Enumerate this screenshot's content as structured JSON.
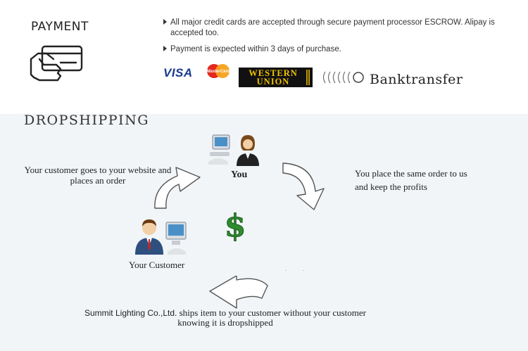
{
  "payment": {
    "title": "PAYMENT",
    "bullet_1_line_1": "All major credit cards are accepted through secure payment processor ESCROW.  Alipay is",
    "bullet_1_line_2": "accepted too.",
    "bullet_2": "Payment is expected within 3 days of purchase.",
    "logos": {
      "visa": "VISA",
      "mastercard": "MasterCard",
      "western_union_top": "WESTERN",
      "western_union_bottom": "UNION",
      "bank_transfer": "Banktransfer"
    },
    "icons": [
      "card-hand-icon",
      "signal-waves-icon"
    ]
  },
  "dropshipping": {
    "title": "DROPSHIPPING",
    "you_label": "You",
    "customer_goes": "Your customer goes to your website and places an order",
    "you_place_line_1": "You place the same order to us",
    "you_place_line_2": "and keep the profits",
    "your_customer": "Your Customer",
    "summit_company": "Summit Lighting Co.,Ltd.",
    "summit_rest": "ships item to your customer without your customer knowing it is dropshipped",
    "icons": [
      "person-computer-icon",
      "dollar-icon",
      "curved-arrow-icon"
    ]
  },
  "colors": {
    "panel_bg": "#f1f5f8",
    "visa_blue": "#1a3a8f",
    "wu_yellow": "#f2c200",
    "dollar_green": "#2e8b2e"
  }
}
